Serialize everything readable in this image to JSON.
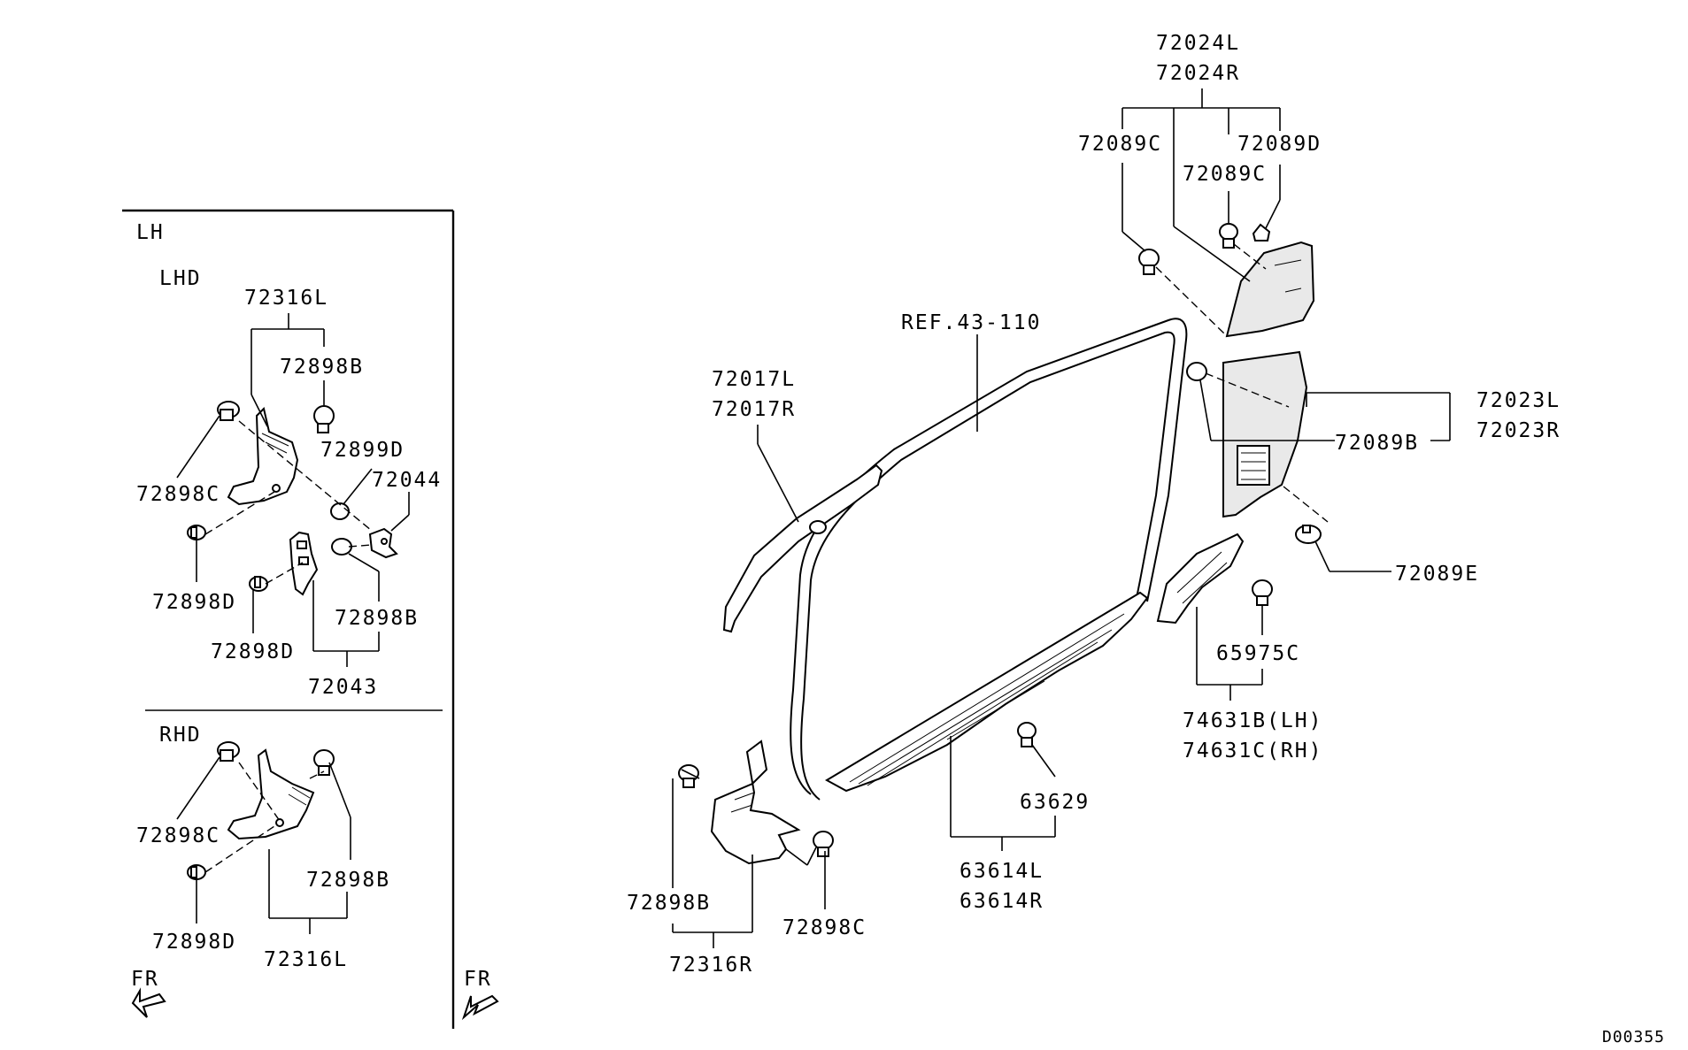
{
  "labels": {
    "lh": "LH",
    "lhd": "LHD",
    "rhd": "RHD",
    "fr_left": "FR",
    "fr_mid": "FR",
    "p72316L_top": "72316L",
    "p72898B_a": "72898B",
    "p72899D": "72899D",
    "p72044": "72044",
    "p72898C_a": "72898C",
    "p72898D_a": "72898D",
    "p72898B_b": "72898B",
    "p72898D_b": "72898D",
    "p72043": "72043",
    "p72898C_b": "72898C",
    "p72898B_c": "72898B",
    "p72898D_c": "72898D",
    "p72316L_bot": "72316L",
    "p72024L": "72024L",
    "p72024R": "72024R",
    "p72089C_a": "72089C",
    "p72089D": "72089D",
    "p72089C_b": "72089C",
    "ref43_110": "REF.43-110",
    "p72017L": "72017L",
    "p72017R": "72017R",
    "p72023L": "72023L",
    "p72023R": "72023R",
    "p72089B": "72089B",
    "p72089E": "72089E",
    "p65975C": "65975C",
    "p74631B": "74631B(LH)",
    "p74631C": "74631C(RH)",
    "p63629": "63629",
    "p63614L": "63614L",
    "p63614R": "63614R",
    "p72898B_d": "72898B",
    "p72898C_d": "72898C",
    "p72316R": "72316R",
    "diagram_code": "D00355"
  }
}
